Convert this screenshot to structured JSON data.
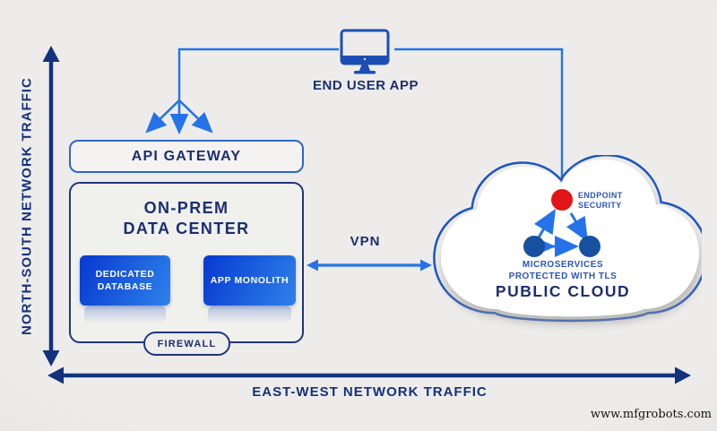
{
  "diagram": {
    "axes": {
      "north_south": "NORTH-SOUTH NETWORK TRAFFIC",
      "east_west": "EAST-WEST NETWORK TRAFFIC"
    },
    "end_user": {
      "label": "END USER APP"
    },
    "api_gateway": {
      "label": "API GATEWAY"
    },
    "on_prem": {
      "title_line1": "ON-PREM",
      "title_line2": "DATA CENTER",
      "database": "DEDICATED DATABASE",
      "monolith": "APP MONOLITH",
      "firewall": "FIREWALL"
    },
    "vpn": {
      "label": "VPN"
    },
    "cloud": {
      "endpoint_line1": "ENDPOINT",
      "endpoint_line2": "SECURITY",
      "micro_line1": "MICROSERVICES",
      "micro_line2": "PROTECTED WITH TLS",
      "title": "PUBLIC CLOUD"
    },
    "watermark": "www.mfgrobots.com",
    "colors": {
      "background": "#e9e8e6",
      "navy": "#1b2f6e",
      "axis_navy": "#14317d",
      "bright_blue": "#2673e8",
      "outline_blue": "#1d55c0",
      "red_node": "#e11417",
      "blue_node": "#17509f",
      "box_gradient_start": "#0a3ed2",
      "box_gradient_end": "#2e82ea"
    }
  }
}
